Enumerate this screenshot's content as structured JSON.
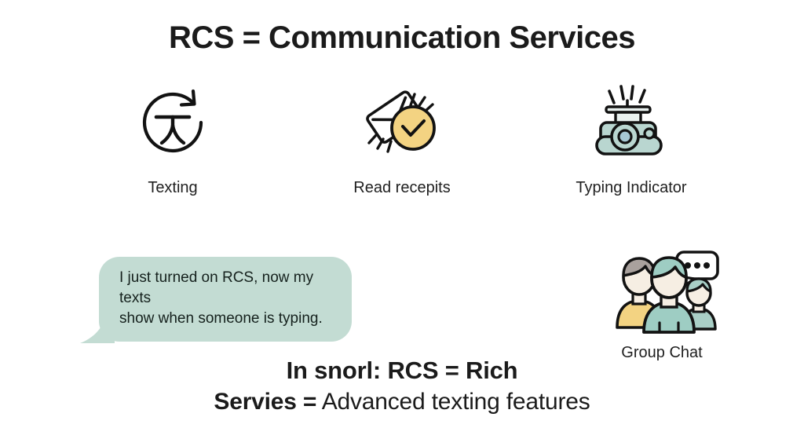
{
  "header": {
    "title": "RCS = Communication Services"
  },
  "features": [
    {
      "id": "texting",
      "label": "Texting",
      "icon": "refresh-arrow-icon"
    },
    {
      "id": "receipts",
      "label": "Read recepits",
      "icon": "envelope-check-icon"
    },
    {
      "id": "typing",
      "label": "Typing Indicator",
      "icon": "typing-device-icon"
    }
  ],
  "message": {
    "line1": "I just turned on RCS, now my texts",
    "line2": "show when someone is typing."
  },
  "group_chat": {
    "label": "Group Chat",
    "icon": "group-people-chat-icon"
  },
  "summary": {
    "line1": "In snorl: RCS = Rich",
    "line2_bold": "Servies =",
    "line2_rest": " Advanced texting features"
  },
  "colors": {
    "yellow": "#f3d382",
    "teal": "#b9d6d0",
    "bubble": "#c3dcd3",
    "ink": "#1b1b1b",
    "gray_hair": "#a9a19d",
    "skin": "#f6eee3"
  }
}
